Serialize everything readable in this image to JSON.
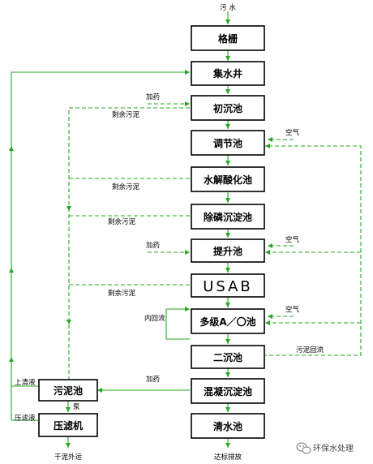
{
  "header": {
    "influent": "污  水",
    "discharge": "达标排放"
  },
  "units": {
    "grille": "格栅",
    "sump": "集水井",
    "primary": "初沉池",
    "equalize": "调节池",
    "hydrolysis": "水解酸化池",
    "phosphorus": "除磷沉淀池",
    "lift": "提升池",
    "usab": "USAB",
    "ao": "多级A／〇池",
    "secondary": "二沉池",
    "coag": "混凝沉淀池",
    "clear": "清水池",
    "sludge": "污泥池",
    "press": "压滤机"
  },
  "labels": {
    "dosing1": "加药",
    "dosing2": "加药",
    "dosing3": "加药",
    "excess1": "剩余污泥",
    "excess2": "剩余污泥",
    "excess3": "剩余污泥",
    "excess4": "剩余污泥",
    "air1": "空气",
    "air2": "空气",
    "air3": "空气",
    "reflux": "内回流",
    "sludge_return": "污泥回流",
    "supernatant": "上清液",
    "filtrate": "压滤液",
    "pump": "泵",
    "dry_sludge": "干泥外运"
  },
  "watermark": {
    "text": "环保水处理"
  },
  "colors": {
    "line": "#25a81e",
    "box": "#000000"
  }
}
